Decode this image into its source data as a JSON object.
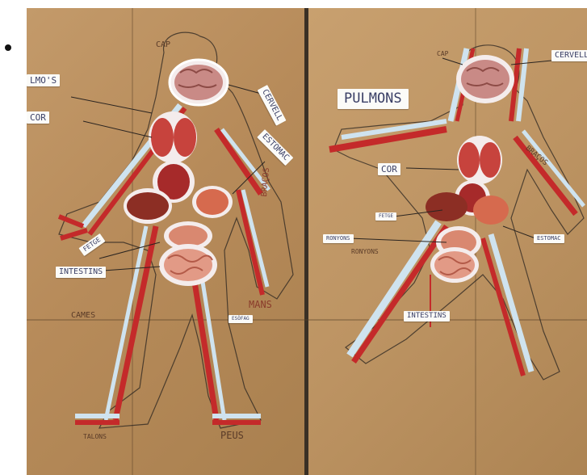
{
  "photo_alt": "",
  "left_figure": {
    "labels": {
      "pulmons": "LMO'S",
      "cor": "COR",
      "cervell": "CERVELL",
      "estomac": "ESTOMAC",
      "intestins": "INTESTINS",
      "fetge": "FETGE",
      "small": "ESÒFAG"
    },
    "handwriting": {
      "cap": "CAP",
      "cames": "CAMES",
      "mans": "MANS",
      "braços": "BRAÇOS",
      "peus": "PEUS",
      "talons": "TALONS"
    }
  },
  "right_figure": {
    "labels": {
      "pulmons": "PULMONS",
      "cervell": "CERVELL",
      "cor": "COR",
      "estomac": "ESTOMAC",
      "ronyons": "RONYONS",
      "intestins": "INTESTINS",
      "small": "FETGE"
    },
    "handwriting": {
      "cap": "CAP",
      "braços": "BRAÇOS",
      "ronyons_hw": "RONYONS"
    }
  },
  "colors": {
    "cardboard": "#b88d5e",
    "vein_red": "#c42a2a",
    "vein_blue": "#cfe3ef"
  }
}
